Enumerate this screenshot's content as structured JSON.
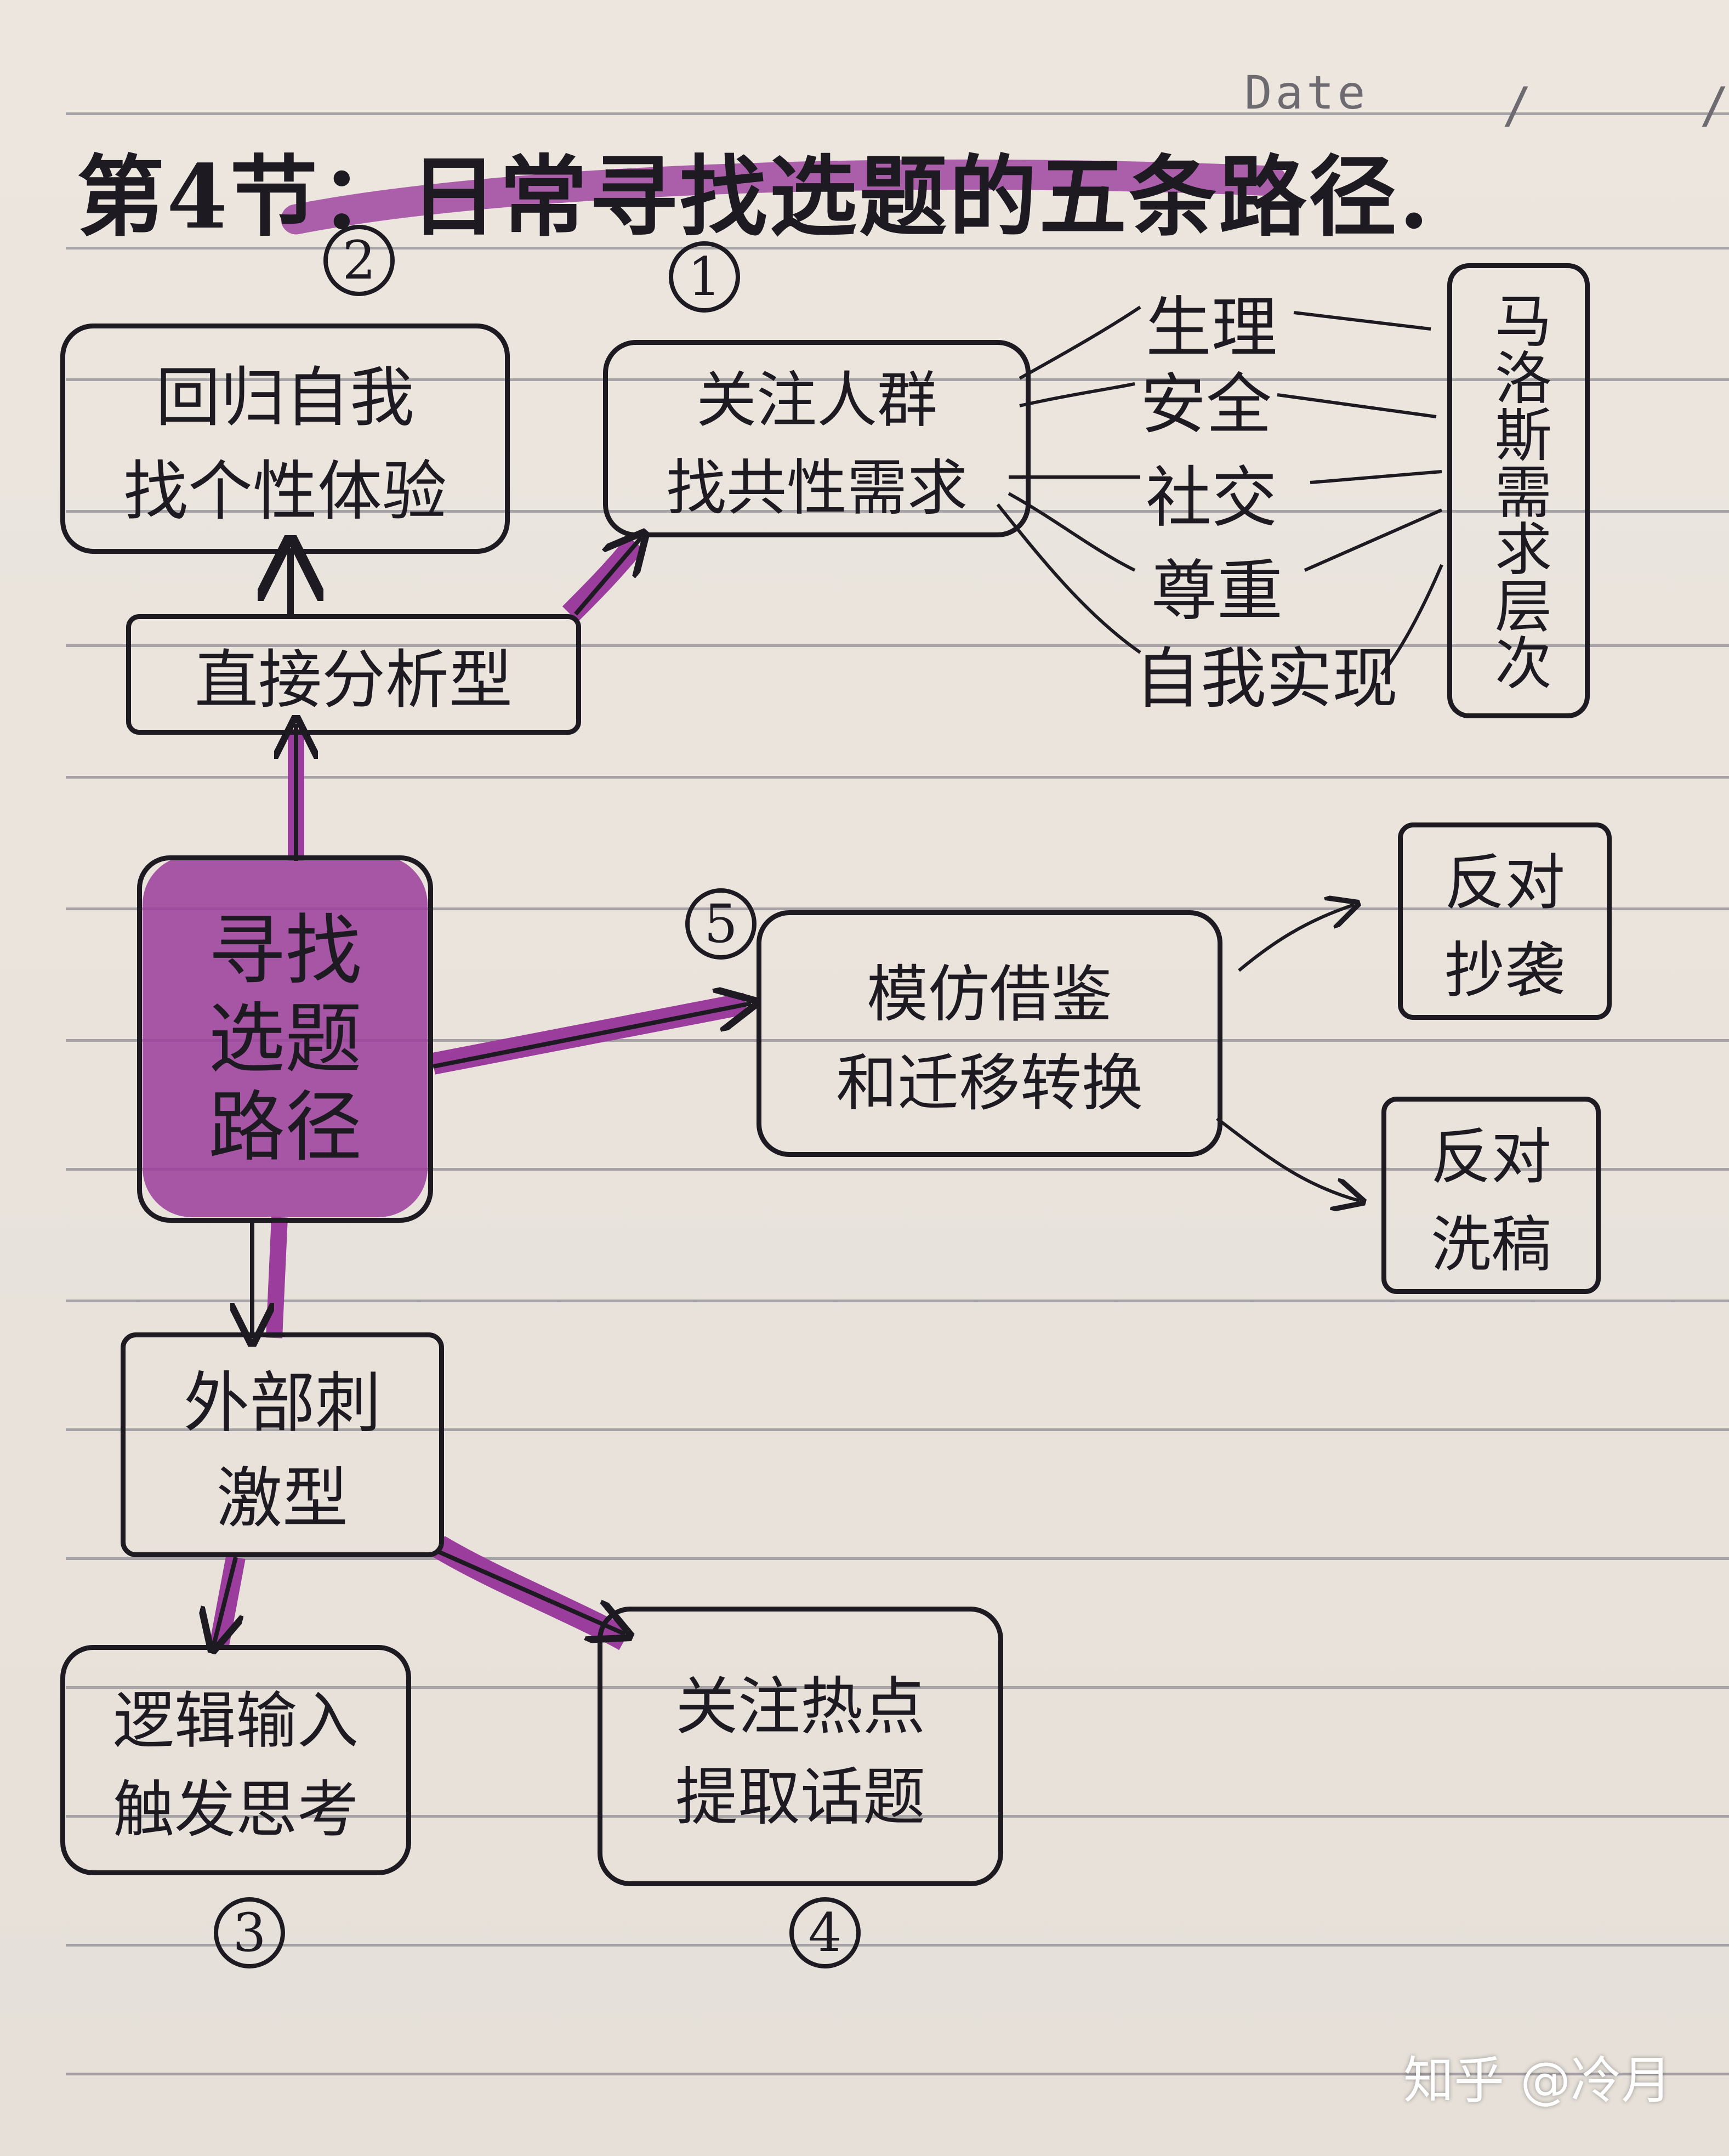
{
  "header": {
    "date_label": "Date",
    "date_sep_1": "/",
    "date_sep_2": "/"
  },
  "title": "第4节：日常寻找选题的五条路径.",
  "center": {
    "line1": "寻找",
    "line2": "选题",
    "line3": "路径"
  },
  "branch_direct": {
    "label": "直接分析型"
  },
  "branch_external": {
    "label_line1": "外部刺",
    "label_line2": "激型"
  },
  "path1": {
    "number": "1",
    "line1": "关注人群",
    "line2": "找共性需求",
    "needs": [
      "生理",
      "安全",
      "社交",
      "尊重",
      "自我实现"
    ],
    "maslow_label": "马洛斯需求层次"
  },
  "path2": {
    "number": "2",
    "line1": "回归自我",
    "line2": "找个性体验"
  },
  "path3": {
    "number": "3",
    "line1": "逻辑输入",
    "line2": "触发思考"
  },
  "path4": {
    "number": "4",
    "line1": "关注热点",
    "line2": "提取话题"
  },
  "path5": {
    "number": "5",
    "line1": "模仿借鉴",
    "line2": "和迁移转换",
    "outcome_a": {
      "line1": "反对",
      "line2": "抄袭"
    },
    "outcome_b": {
      "line1": "反对",
      "line2": "洗稿"
    }
  },
  "watermark": "知乎 @冷月",
  "colors": {
    "ink": "#1d1b21",
    "highlighter": "#9b3d9c",
    "paper": "#e9e3dd",
    "rule": "#8f8c94"
  }
}
